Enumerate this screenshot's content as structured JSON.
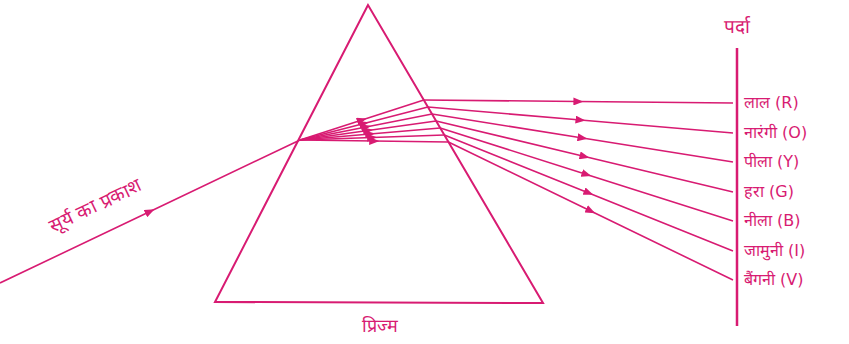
{
  "diagram": {
    "labels": [
      "सूर्य का प्रकाश",
      "प्रिज्म",
      "पर्दा",
      "लाल (R)",
      "नारंगी (O)",
      "पीला (Y)",
      "हरा (G)",
      "नीला (B)",
      "जामुनी (I)",
      "बैंगनी (V)"
    ]
  }
}
